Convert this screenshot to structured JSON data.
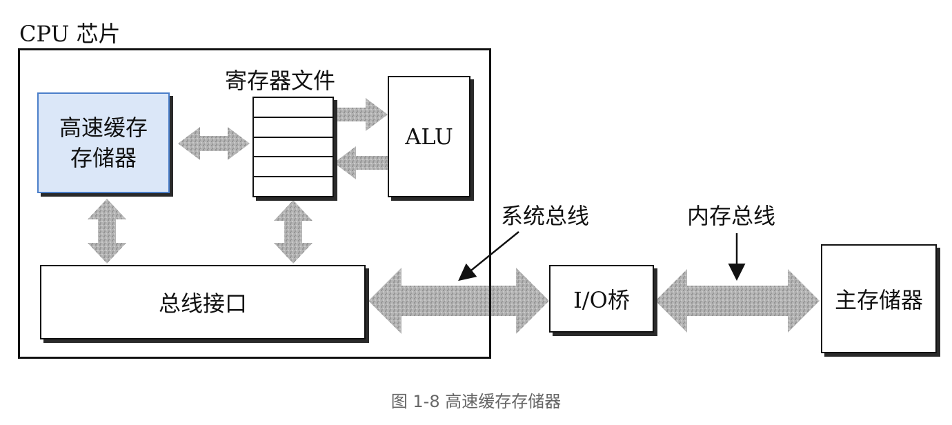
{
  "diagram": {
    "cpu_chip_label": "CPU 芯片",
    "register_file_label": "寄存器文件",
    "cache_label_line1": "高速缓存",
    "cache_label_line2": "存储器",
    "alu_label": "ALU",
    "bus_interface_label": "总线接口",
    "system_bus_label": "系统总线",
    "memory_bus_label": "内存总线",
    "io_bridge_label": "I/O桥",
    "main_memory_label": "主存储器",
    "register_rows": 5
  },
  "caption": "图 1-8 高速缓存存储器",
  "colors": {
    "cache_fill": "#dbe7f8",
    "cache_border": "#4a7ec9",
    "arrow_fill": "#a9a9a9"
  }
}
